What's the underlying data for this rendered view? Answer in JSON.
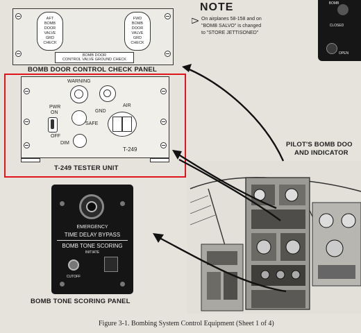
{
  "panels": {
    "bomb_door": {
      "title": "BOMB DOOR CONTROL CHECK PANEL",
      "left_window": [
        "AFT",
        "BOMB",
        "DOOR",
        "VALVE",
        "GRD",
        "CHECK"
      ],
      "right_window": [
        "FWD",
        "BOMB",
        "DOOR",
        "VALVE",
        "GRD",
        "CHECK"
      ],
      "plate_line1": "BOMB DOOR",
      "plate_line2": "CONTROL VALVE GROUND CHECK"
    },
    "tester": {
      "title": "T-249 TESTER UNIT",
      "warning": "WARNING",
      "pwr": "PWR",
      "on": "ON",
      "off": "OFF",
      "dim": "DIM",
      "gnd": "GND",
      "air": "AIR",
      "safe": "SAFE",
      "model": "T-249"
    },
    "bomb_tone": {
      "title": "BOMB TONE SCORING PANEL",
      "emergency": "EMERGENCY",
      "bypass": "TIME DELAY BYPASS",
      "scoring": "BOMB TONE SCORING",
      "initiate": "INITIATE",
      "cutoff": "CUTOFF"
    }
  },
  "note": {
    "title": "NOTE",
    "lines": [
      "On airplanes 58-158 and on",
      "\"BOMB SALVO\" is changed",
      "to \"STORE JETTISONED\""
    ]
  },
  "pilots_panel": {
    "line1": "PILOT'S BOMB DOO",
    "line2": "AND INDICATOR"
  },
  "right_panel_labels": [
    "BOMB",
    "CLOSED",
    "OPEN"
  ],
  "caption": "Figure 3-1.  Bombing System Control Equipment (Sheet 1 of 4)",
  "colors": {
    "highlight": "#e0151b",
    "panel_dark": "#151515",
    "page": "#e6e3dc"
  }
}
